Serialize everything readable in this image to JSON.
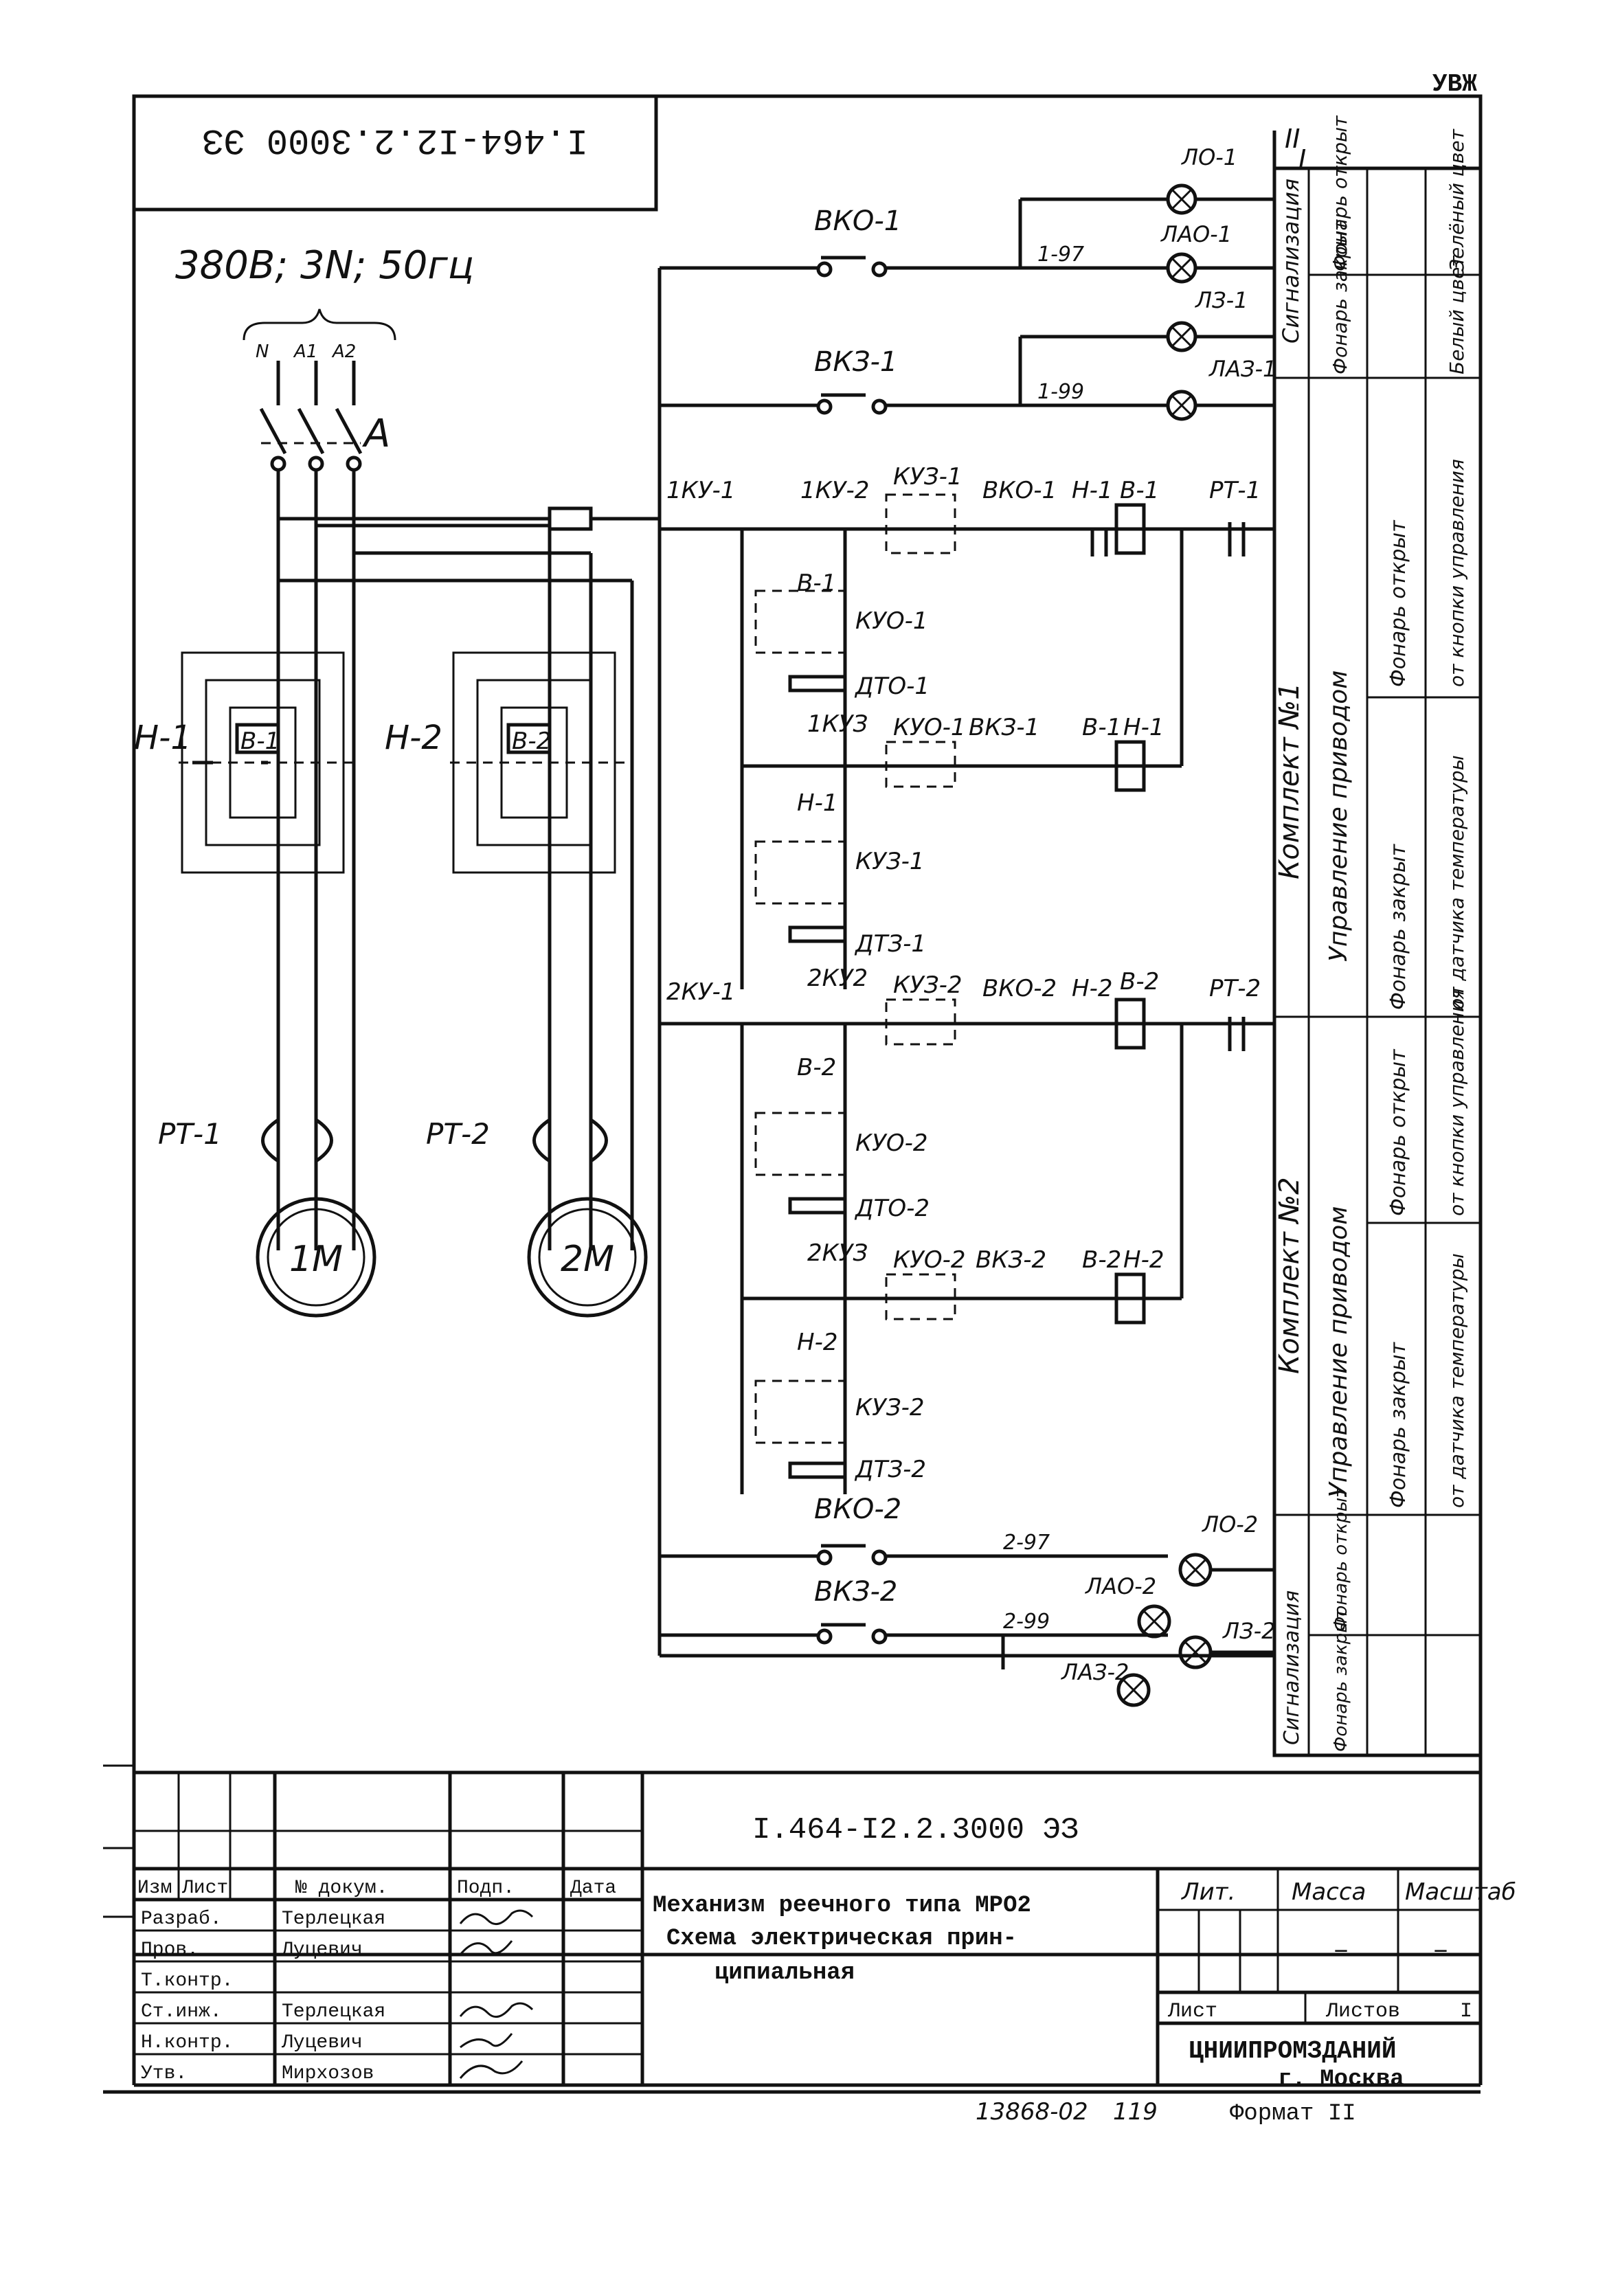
{
  "page_corner_mark": "УВЖ",
  "rotated_doc_code": "I.464-I2.2.3000 ЭЗ",
  "top_right_marks": [
    "II",
    "I"
  ],
  "supply": {
    "label": "380В; 3N; 50гц",
    "phases": [
      "N",
      "A1",
      "A2"
    ],
    "switch": "A"
  },
  "motor1": {
    "contactor_open": "Н-1",
    "contactor_close": "В-1",
    "relay": "РТ-1",
    "motor": "1М"
  },
  "motor2": {
    "contactor_open": "Н-2",
    "contactor_close": "В-2",
    "relay": "РТ-2",
    "motor": "2М"
  },
  "signal_top": {
    "switch_open": "ВКО-1",
    "switch_close": "ВКЗ-1",
    "wire_open": "1-97",
    "wire_close": "1-99",
    "lamps": [
      "ЛО-1",
      "ЛАО-1",
      "ЛЗ-1",
      "ЛАЗ-1"
    ]
  },
  "circuit1": {
    "top": [
      "1КУ-1",
      "1КУ-2",
      "КУЗ-1",
      "ВКО-1",
      "Н-1",
      "В-1",
      "РТ-1"
    ],
    "mid": [
      "В-1",
      "КУО-1",
      "ДТО-1"
    ],
    "bottom": [
      "1КУЗ",
      "КУО-1",
      "ВКЗ-1",
      "В-1",
      "Н-1"
    ],
    "low": [
      "Н-1",
      "КУЗ-1",
      "ДТЗ-1"
    ]
  },
  "circuit2": {
    "top": [
      "2КУ-1",
      "2КУ2",
      "КУЗ-2",
      "ВКО-2",
      "Н-2",
      "В-2",
      "РТ-2"
    ],
    "mid": [
      "В-2",
      "КУО-2",
      "ДТО-2"
    ],
    "bottom": [
      "2КУЗ",
      "КУО-2",
      "ВКЗ-2",
      "В-2",
      "Н-2"
    ],
    "low": [
      "Н-2",
      "КУЗ-2",
      "ДТЗ-2"
    ]
  },
  "signal_bottom": {
    "switch_open": "ВКО-2",
    "switch_close": "ВКЗ-2",
    "wire_open": "2-97",
    "wire_close": "2-99",
    "lamps": [
      "ЛО-2",
      "ЛАО-2",
      "ЛЗ-2",
      "ЛАЗ-2"
    ]
  },
  "side_table": {
    "outer": [
      "Сигнализация",
      "Комплект №1",
      "Управление приводом",
      "Комплект №2",
      "Управление приводом",
      "Сигнализация"
    ],
    "columns": [
      "Фонарь открыт",
      "Фонарь закрыт",
      "Фонарь открыт",
      "Фонарь закрыт",
      "Фонарь открыт",
      "Фонарь закрыт",
      "Фонарь открыт",
      "Фонарь закрыт"
    ],
    "sub": [
      "Зелёный цвет",
      "Белый цвет",
      "от кнопки управления",
      "от датчика температуры",
      "от кнопки управления",
      "от датчика температуры"
    ]
  },
  "title_block": {
    "doc_code": "I.464-I2.2.3000 ЭЗ",
    "title_line1": "Механизм реечного типа МРО2",
    "title_line2": "Схема электрическая прин-",
    "title_line3": "ципиальная",
    "col_headers": [
      "Изм",
      "Лист",
      "№ докум.",
      "Подп.",
      "Дата"
    ],
    "rows": [
      {
        "role": "Разраб.",
        "name": "Терлецкая"
      },
      {
        "role": "Пров.",
        "name": "Луцевич"
      },
      {
        "role": "Т.контр.",
        "name": ""
      },
      {
        "role": "Ст.инж.",
        "name": "Терлецкая"
      },
      {
        "role": "Н.контр.",
        "name": "Луцевич"
      },
      {
        "role": "Утв.",
        "name": "Мирхозов"
      }
    ],
    "lit_header": "Лит.",
    "mass_header": "Масса",
    "scale_header": "Масштаб",
    "mass_value": "–",
    "scale_value": "–",
    "sheet_label": "Лист",
    "sheets_label": "Листов",
    "sheets_value": "I",
    "org_name": "ЦНИИПРОМЗДАНИЙ",
    "org_city": "г. Москва"
  },
  "footer": {
    "inventory": "13868-02",
    "page": "119",
    "format": "Формат II"
  }
}
